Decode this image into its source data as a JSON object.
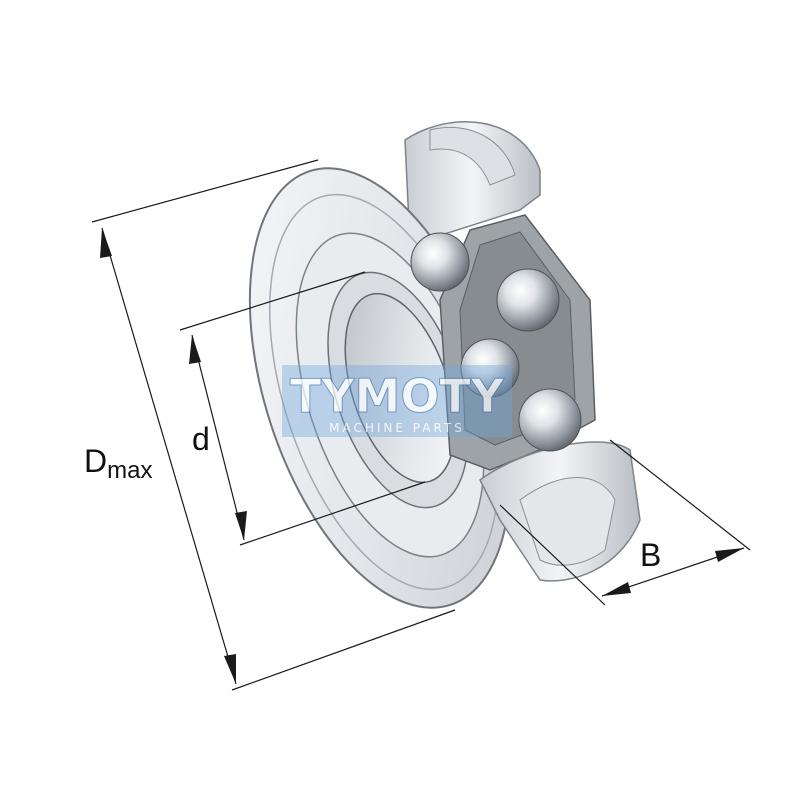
{
  "dimensions": {
    "outer_diameter": {
      "symbol": "D",
      "subscript": "max"
    },
    "bore": {
      "symbol": "d"
    },
    "width": {
      "symbol": "B"
    }
  },
  "watermark": {
    "brand": "TYMOTY",
    "tagline": "MACHINE PARTS"
  },
  "colors": {
    "line": "#1a1a1a",
    "ring_light": "#f2f3f5",
    "ring_mid": "#d5d8dc",
    "ring_dark": "#9aa0a6",
    "cage": "#8f9497",
    "watermark_blue": "#5a9bd5"
  }
}
